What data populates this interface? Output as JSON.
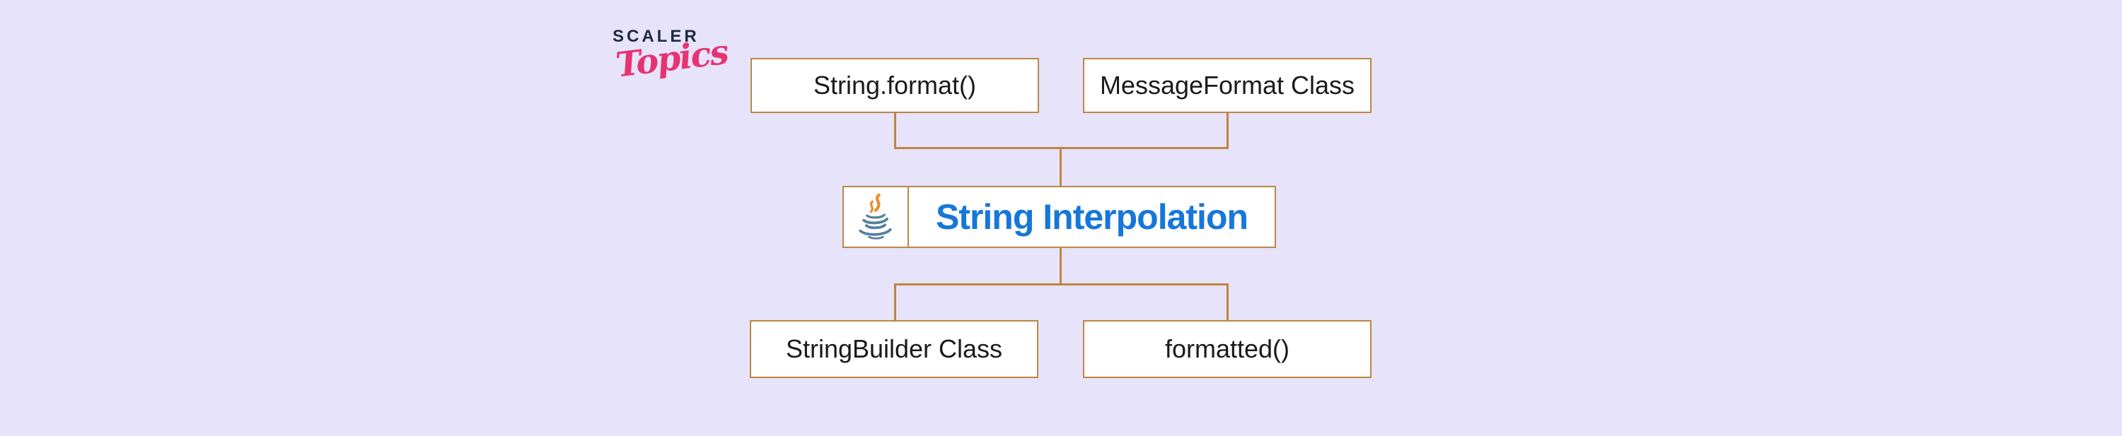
{
  "canvas": {
    "background_color": "#E6E3FA",
    "border_color": "#BF8545",
    "connector_color": "#C08540"
  },
  "brand": {
    "wordmark": "SCALER",
    "script": "Topics",
    "wordmark_color": "#1F2A44",
    "script_color": "#E73372"
  },
  "nodes": {
    "center": {
      "label": "String Interpolation",
      "label_color": "#1777D8",
      "icon": "java-coffee-cup-icon"
    },
    "top_left": {
      "label": "String.format()"
    },
    "top_right": {
      "label": "MessageFormat Class"
    },
    "bottom_left": {
      "label": "StringBuilder Class"
    },
    "bottom_right": {
      "label": "formatted()"
    }
  },
  "icons": {
    "java": {
      "name": "java-coffee-cup-icon",
      "steam_color": "#EE8C2F",
      "cup_color": "#54809F"
    }
  }
}
